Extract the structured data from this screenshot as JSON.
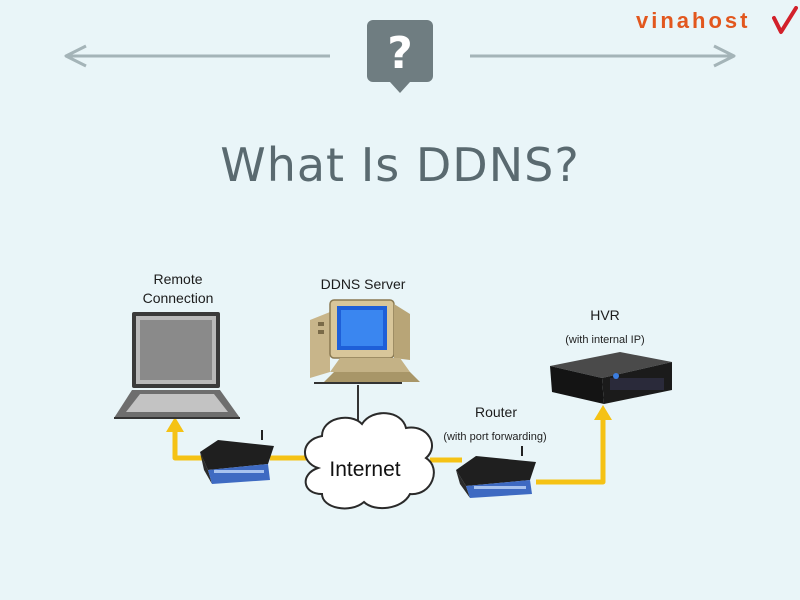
{
  "brand": {
    "name": "vinahost"
  },
  "header": {
    "title": "What Is DDNS?",
    "center_icon": "question-icon"
  },
  "nodes": {
    "remote": {
      "line1": "Remote",
      "line2": "Connection"
    },
    "ddns": {
      "label": "DDNS Server"
    },
    "hvr": {
      "label": "HVR",
      "sub": "(with internal IP)"
    },
    "router": {
      "label": "Router",
      "sub": "(with port forwarding)"
    },
    "internet": {
      "label": "Internet"
    }
  },
  "colors": {
    "background": "#e9f5f8",
    "arrow_line": "#a4b4b8",
    "badge": "#6f7d81",
    "title": "#5a6a70",
    "connector": "#f5c215",
    "brand": "#e2571e"
  }
}
